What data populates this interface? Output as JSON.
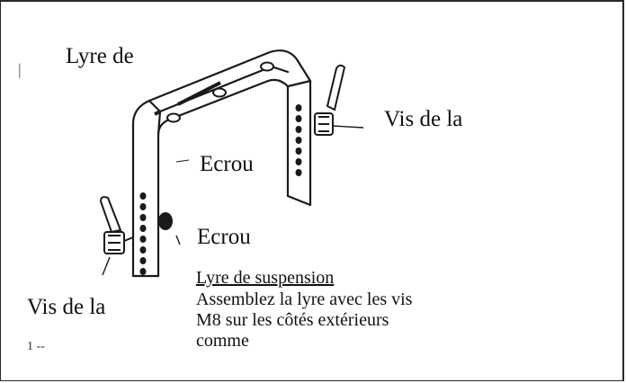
{
  "labels": {
    "lyre": "Lyre de",
    "vis_right": "Vis de la",
    "ecrou_1": "Ecrou",
    "ecrou_2": "Ecrou",
    "vis_left": "Vis de la",
    "frag_left": "1  --",
    "frag_tick": "|"
  },
  "caption": {
    "title": "Lyre de suspension",
    "lines": [
      "Assemblez la lyre avec les vis",
      "M8 sur les côtés extérieurs",
      "comme"
    ]
  },
  "icons": {
    "bracket": "suspension-bracket-icon",
    "screw_left": "wing-screw-icon",
    "screw_right": "wing-screw-icon",
    "nut": "nut-icon"
  }
}
